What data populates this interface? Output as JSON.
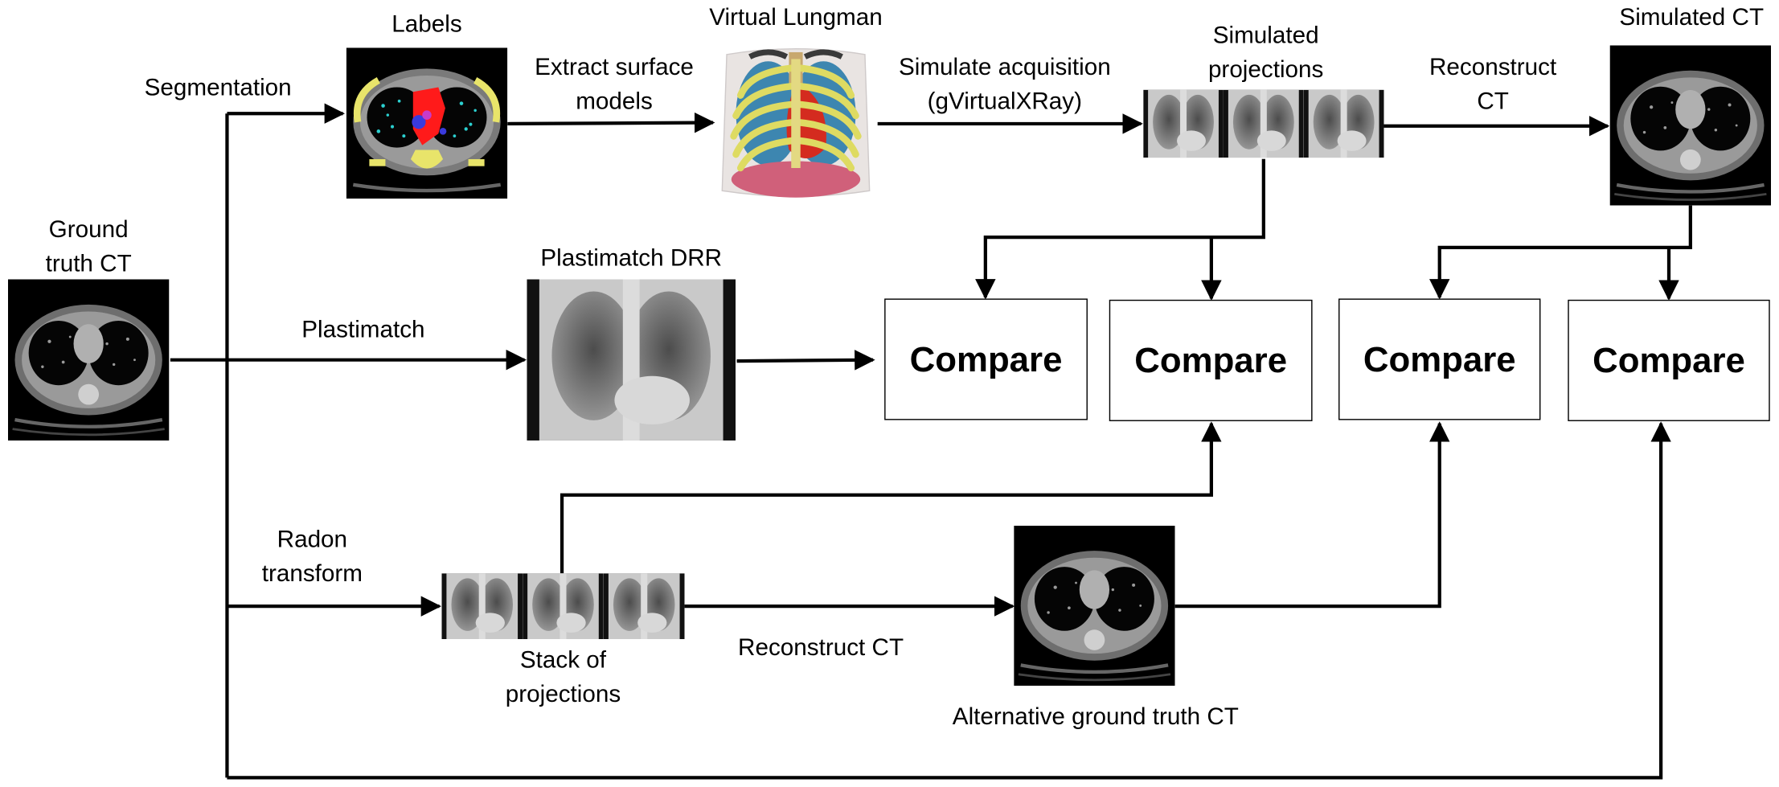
{
  "nodes": {
    "ground_truth_ct": "Ground\ntruth CT",
    "labels": "Labels",
    "virtual_lungman": "Virtual Lungman",
    "simulated_projections": "Simulated\nprojections",
    "simulated_ct": "Simulated CT",
    "plastimatch_drr": "Plastimatch DRR",
    "stack_of_projections": "Stack of\nprojections",
    "alternative_ground_truth_ct": "Alternative ground truth CT"
  },
  "edges": {
    "segmentation": "Segmentation",
    "extract_surface_models": "Extract surface\nmodels",
    "simulate_acquisition": "Simulate acquisition\n(gVirtualXRay)",
    "reconstruct_ct_top": "Reconstruct\nCT",
    "plastimatch": "Plastimatch",
    "radon_transform": "Radon\ntransform",
    "reconstruct_ct_bottom": "Reconstruct CT"
  },
  "compare_boxes": [
    "Compare",
    "Compare",
    "Compare",
    "Compare"
  ],
  "colors": {
    "line": "#000000",
    "ct_background": "#000000",
    "ct_body": "#7a7a7a",
    "label_yellow": "#e8e46a",
    "label_red": "#ff1a1a",
    "label_blue": "#3a3adc",
    "label_cyan": "#2bd0d0",
    "rib_yellow": "#dedb62",
    "lung_blue": "#3d86b0",
    "heart_red": "#d42b1f",
    "liver_pink": "#d0607a"
  }
}
